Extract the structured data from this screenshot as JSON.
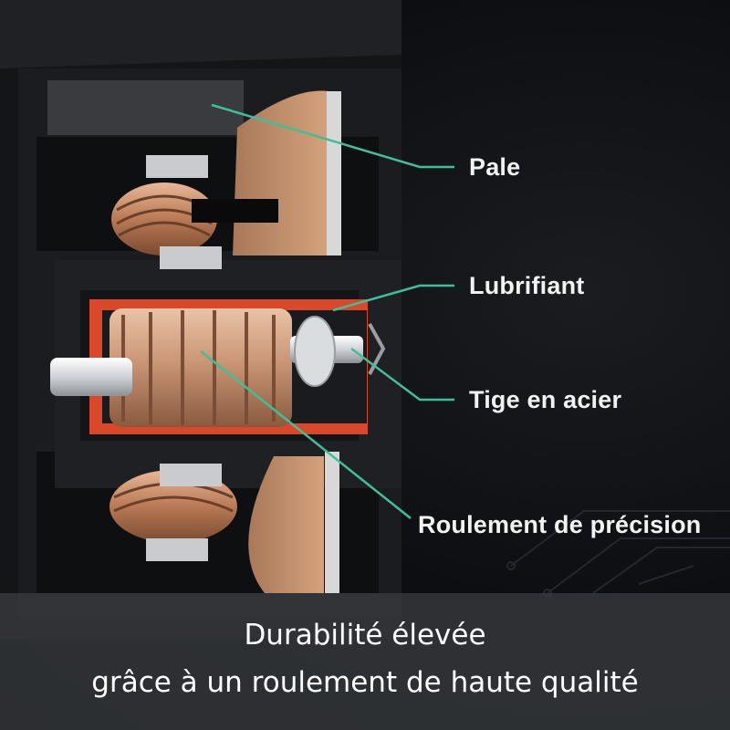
{
  "diagram": {
    "labels": {
      "pale": "Pale",
      "lubrifiant": "Lubrifiant",
      "tige": "Tige en acier",
      "roulement": "Roulement de précision"
    },
    "colors": {
      "leader_line": "#3fbf9a",
      "housing": "#1d1e21",
      "copper": "#c98a62",
      "lubricant": "#d9482a",
      "blade": "#c99670"
    }
  },
  "caption": {
    "line1": "Durabilité élevée",
    "line2": "grâce à un roulement de haute qualité"
  }
}
